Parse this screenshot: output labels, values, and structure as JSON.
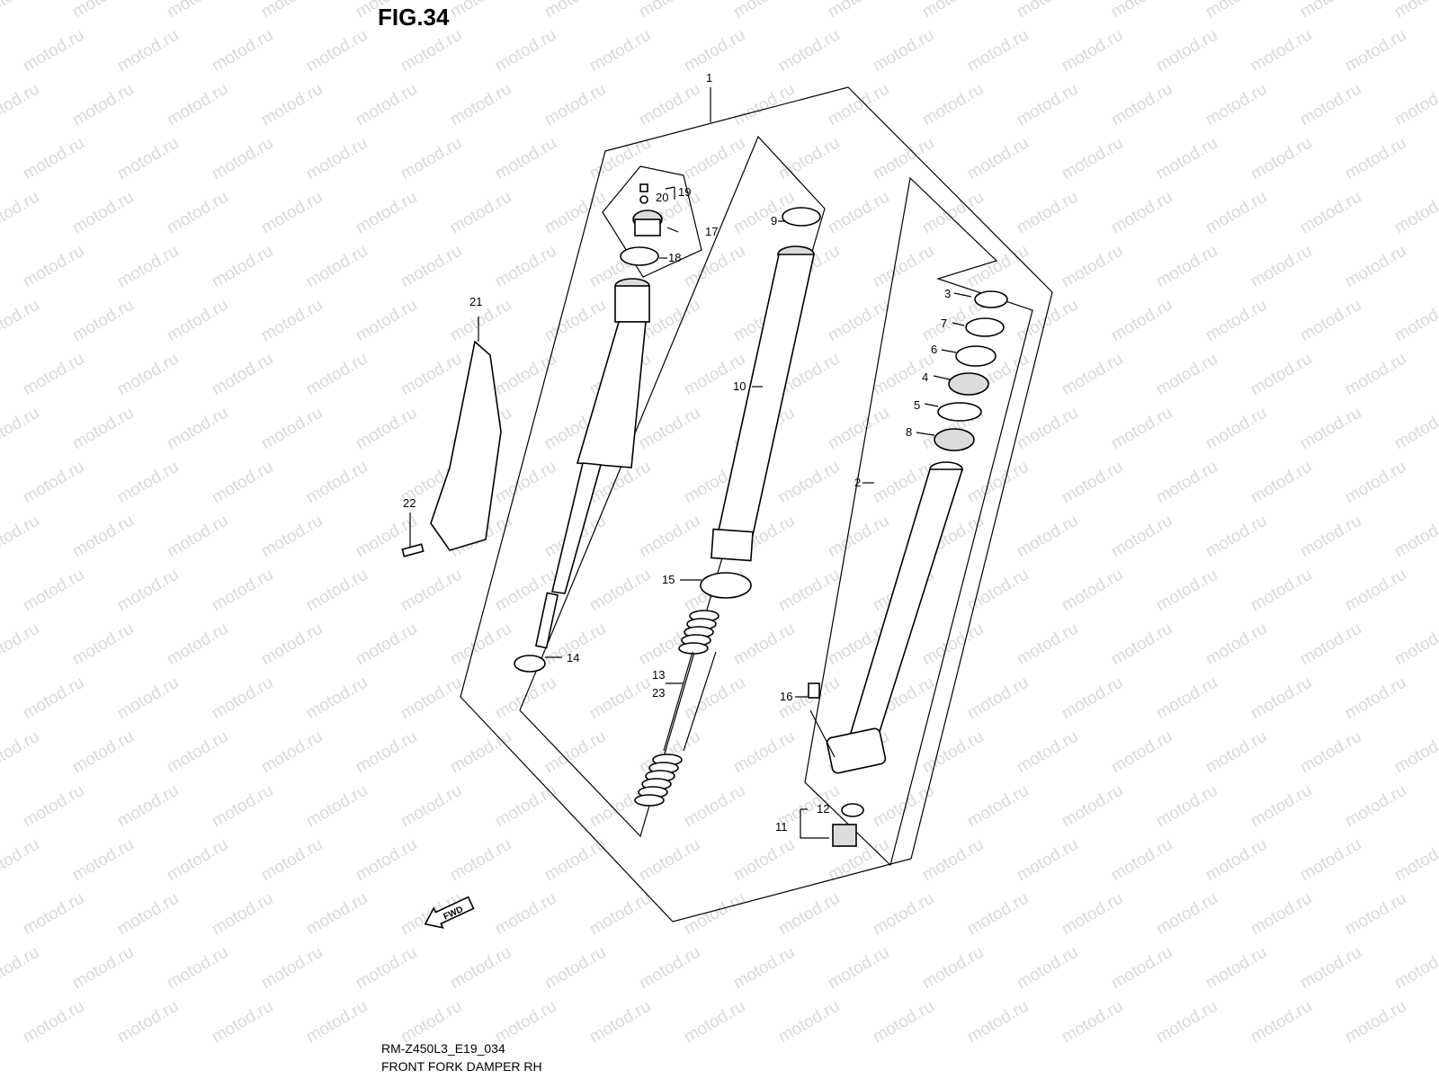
{
  "figure": {
    "title": "FIG.34",
    "code": "RM-Z450L3_E19_034",
    "name": "FRONT FORK DAMPER RH",
    "watermark": "motod.ru",
    "direction_badge": "FWD"
  },
  "callouts": [
    "1",
    "2",
    "3",
    "4",
    "5",
    "6",
    "7",
    "8",
    "9",
    "10",
    "11",
    "12",
    "13",
    "14",
    "15",
    "16",
    "17",
    "18",
    "19",
    "20",
    "21",
    "22",
    "23"
  ]
}
